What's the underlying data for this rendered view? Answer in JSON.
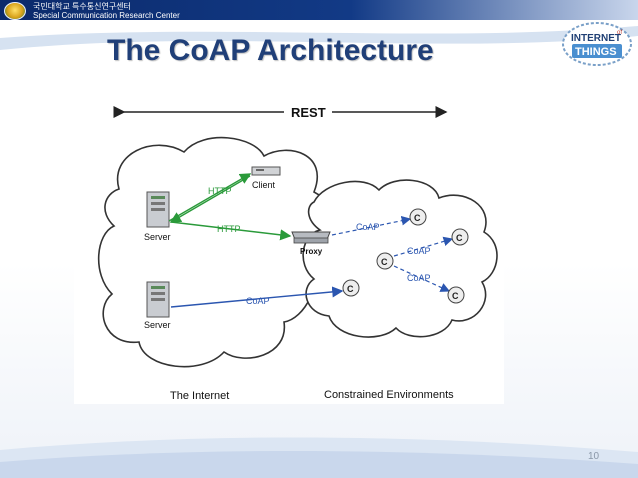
{
  "header": {
    "org_korean": "국민대학교 특수통신연구센터",
    "org_english": "Special Communication Research Center"
  },
  "slide": {
    "title": "The CoAP Architecture",
    "page_number": "10"
  },
  "iot_logo": {
    "line1": "INTERNET",
    "line1_small": "of",
    "line2": "THINGS"
  },
  "diagram": {
    "rest_label": "REST",
    "client_label": "Client",
    "server_label": "Server",
    "server2_label": "Server",
    "proxy_label": "Proxy",
    "http_label_1": "HTTP",
    "http_label_2": "HTTP",
    "coap_label_1": "CoAP",
    "coap_label_2": "CoAP",
    "coap_label_3": "CoAP",
    "coap_label_4": "CoAP",
    "node_label": "C",
    "internet_label": "The Internet",
    "constrained_label": "Constrained Environments",
    "colors": {
      "http": "#2a9a3a",
      "coap": "#2b56b0"
    }
  }
}
